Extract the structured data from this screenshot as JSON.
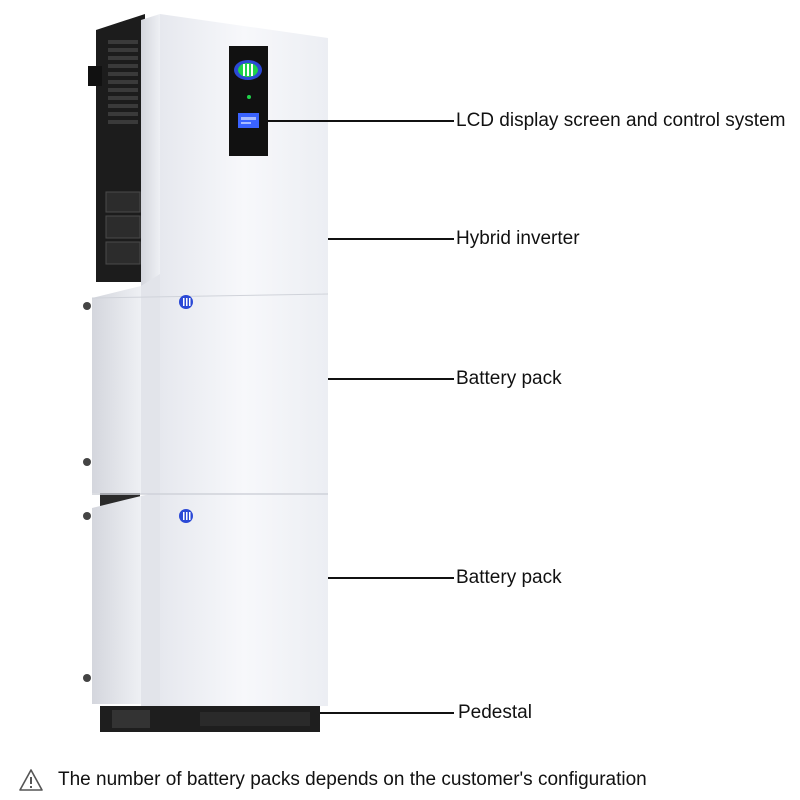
{
  "callouts": [
    {
      "id": "lcd",
      "label": "LCD display screen and control system"
    },
    {
      "id": "inverter",
      "label": "Hybrid inverter"
    },
    {
      "id": "battery1",
      "label": "Battery pack"
    },
    {
      "id": "battery2",
      "label": "Battery pack"
    },
    {
      "id": "pedestal",
      "label": "Pedestal"
    }
  ],
  "note": {
    "icon": "warning-icon",
    "text": "The number of battery packs depends on the customer's configuration"
  },
  "colors": {
    "cabinet_white": "#f2f3f7",
    "heatsink_black": "#1c1c1c",
    "display_panel": "#111111",
    "logo_blue": "#2b49d6",
    "logo_green": "#1fd34a",
    "lcd_blue": "#3a63ff",
    "line": "#111111"
  }
}
